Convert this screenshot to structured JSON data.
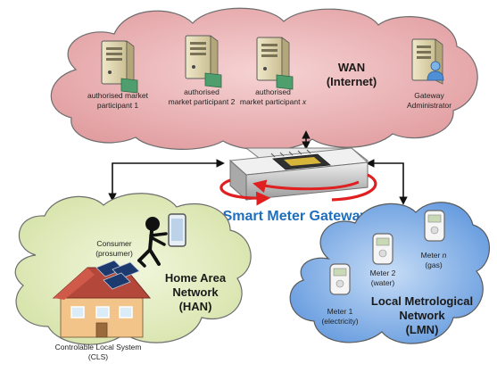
{
  "wan": {
    "title_line1": "WAN",
    "title_line2": "(Internet)",
    "participants": [
      {
        "line1": "authorised market",
        "line2": "participant 1",
        "suffix": ""
      },
      {
        "line1": "authorised",
        "line2": "market participant 2",
        "suffix": ""
      },
      {
        "line1": "authorised",
        "line2": "market participant ",
        "suffix": "x"
      }
    ],
    "admin": {
      "line1": "Gateway",
      "line2": "Administrator"
    }
  },
  "gateway": {
    "label": "Smart Meter Gateway"
  },
  "han": {
    "title_line1": "Home Area",
    "title_line2": "Network",
    "title_line3": "(HAN)",
    "consumer_line1": "Consumer",
    "consumer_line2": "(prosumer)",
    "cls_line1": "Controlable Local System",
    "cls_line2": "(CLS)"
  },
  "lmn": {
    "title_line1": "Local Metrological",
    "title_line2": "Network",
    "title_line3": "(LMN)",
    "meters": [
      {
        "name": "Meter 1",
        "name_suffix": "",
        "sub": "(electricity)"
      },
      {
        "name": "Meter 2",
        "name_suffix": "",
        "sub": "(water)"
      },
      {
        "name": "Meter ",
        "name_suffix": "n",
        "sub": "(gas)"
      }
    ]
  },
  "colors": {
    "wan_cloud": "#e8a3a6",
    "han_cloud": "#dfe9b9",
    "lmn_cloud": "#7faee8",
    "accent_blue": "#1f6fbf",
    "arrow_red": "#e02020"
  }
}
